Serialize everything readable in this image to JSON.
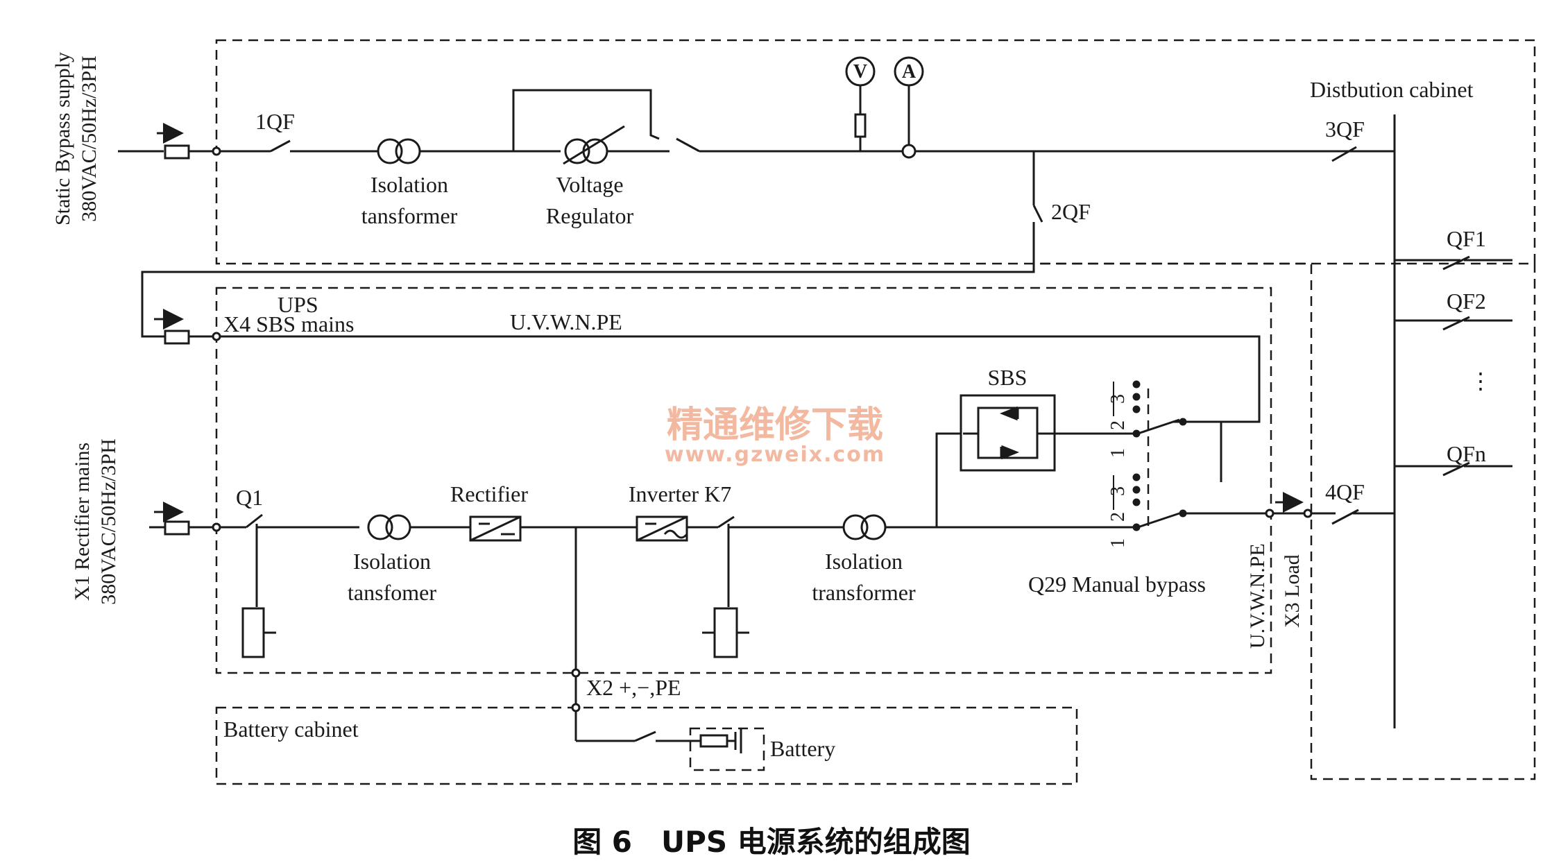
{
  "caption": "图 6　UPS 电源系统的组成图",
  "watermark": {
    "line1": "精通维修下载",
    "line2": "www.gzweix.com",
    "color": "#f3b8a0"
  },
  "colors": {
    "line": "#1a1a1a"
  },
  "inputs": {
    "bypass_supply": {
      "line1": "Static Bypass supply",
      "line2": "380VAC/50Hz/3PH"
    },
    "rectifier_mains": {
      "line1": "X1 Rectifier mains",
      "line2": "380VAC/50Hz/3PH"
    }
  },
  "bypass": {
    "breaker_1qf": "1QF",
    "isolation_transformer": {
      "line1": "Isolation",
      "line2": "tansformer"
    },
    "voltage_regulator": {
      "line1": "Voltage",
      "line2": "Regulator"
    },
    "voltmeter": "V",
    "ammeter": "A",
    "breaker_2qf": "2QF"
  },
  "distribution": {
    "title": "Distbution cabinet",
    "breaker_3qf": "3QF",
    "breaker_4qf": "4QF",
    "feeders": [
      "QF1",
      "QF2",
      "⋮",
      "QFn"
    ]
  },
  "ups": {
    "title": "UPS",
    "x4_label": "X4 SBS mains",
    "uvwnpe_top": "U.V.W.N.PE",
    "sbs": "SBS",
    "q1": "Q1",
    "isolation_in": {
      "line1": "Isolation",
      "line2": "tansfomer"
    },
    "rectifier": "Rectifier",
    "inverter": "Inverter K7",
    "isolation_out": {
      "line1": "Isolation",
      "line2": "transformer"
    },
    "q29": "Q29 Manual bypass",
    "q29_positions": [
      "1",
      "2",
      "3"
    ],
    "output_vertical": "U.V.W.N.PE",
    "x3": "X3 Load",
    "x2": "X2 +,−,PE"
  },
  "battery": {
    "cabinet": "Battery cabinet",
    "label": "Battery"
  }
}
